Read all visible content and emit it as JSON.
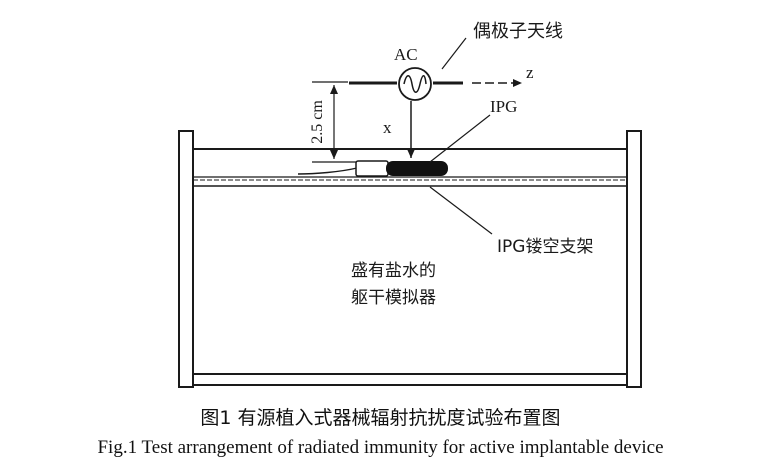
{
  "labels": {
    "dipole_antenna": "偶极子天线",
    "source": "AC",
    "axis_z": "z",
    "axis_x": "x",
    "distance": "2.5 cm",
    "ipg": "IPG",
    "ipg_support": "IPG镂空支架",
    "torso_line1": "盛有盐水的",
    "torso_line2": "躯干模拟器"
  },
  "caption": {
    "cn": "图1 有源植入式器械辐射抗扰度试验布置图",
    "en": "Fig.1 Test arrangement of radiated immunity for active implantable device"
  },
  "colors": {
    "ink": "#1a1a1a",
    "ipg_body": "#111111",
    "ipg_header": "#ffffff"
  }
}
